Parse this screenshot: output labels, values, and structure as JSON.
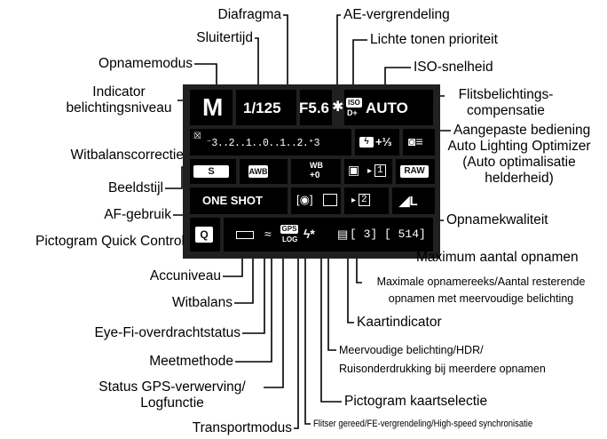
{
  "labels": {
    "diafragma": "Diafragma",
    "ae_vergrendeling": "AE-vergrendeling",
    "sluitertijd": "Sluitertijd",
    "lichte_tonen": "Lichte tonen prioriteit",
    "opnamemodus": "Opnamemodus",
    "iso_snelheid": "ISO-snelheid",
    "indicator_line1": "Indicator",
    "indicator_line2": "belichtingsniveau",
    "flits_line1": "Flitsbelichtings-",
    "flits_line2": "compensatie",
    "aangepaste_bediening": "Aangepaste bediening",
    "witbalanscorrectie": "Witbalanscorrectie",
    "alo_line1": "Auto Lighting Optimizer",
    "alo_line2": "(Auto optimalisatie",
    "alo_line3": "helderheid)",
    "beeldstijl": "Beeldstijl",
    "af_gebruik": "AF-gebruik",
    "opnamekwaliteit": "Opnamekwaliteit",
    "pictogram_qc": "Pictogram Quick Control",
    "max_opnamen": "Maximum aantal opnamen",
    "accuniveau": "Accuniveau",
    "max_reeks_line1": "Maximale opnamereeks/Aantal resterende",
    "max_reeks_line2": "opnamen met meervoudige belichting",
    "witbalans": "Witbalans",
    "kaartindicator": "Kaartindicator",
    "eyefi": "Eye-Fi-overdrachtstatus",
    "meervoudig_line1": "Meervoudige belichting/HDR/",
    "meervoudig_line2": "Ruisonderdrukking bij meerdere opnamen",
    "meetmethode": "Meetmethode",
    "gps_line1": "Status GPS-verwerving/",
    "gps_line2": "Logfunctie",
    "kaartselectie": "Pictogram kaartselectie",
    "transportmodus": "Transportmodus",
    "flitser": "Flitser gereed/FE-vergrendeling/High-speed synchronisatie"
  },
  "screen": {
    "mode": "M",
    "shutter": "1/125",
    "aperture": "F5.6",
    "ae_lock": "✱",
    "iso_top": "ISO",
    "iso_bottom": "D+",
    "iso_value": "AUTO",
    "exposure_scale": "⁻3..2..1..0..1..2.⁺3",
    "flash_comp": "+⅓",
    "wb_shift_top": "WB",
    "wb_shift_bottom": "+0",
    "picture_style": "S",
    "awb": "AWB",
    "raw": "RAW",
    "af_mode": "ONE SHOT",
    "quality": "◢L",
    "card1": "1",
    "card2": "2",
    "q": "Q",
    "gps_top": "GPS",
    "gps_bottom": "LOG",
    "flash_ready": "ϟ*",
    "burst": "[ 3] [ 514]"
  },
  "colors": {
    "screen_bg": "#202020",
    "cell_bg": "#000000",
    "line": "#000000"
  }
}
